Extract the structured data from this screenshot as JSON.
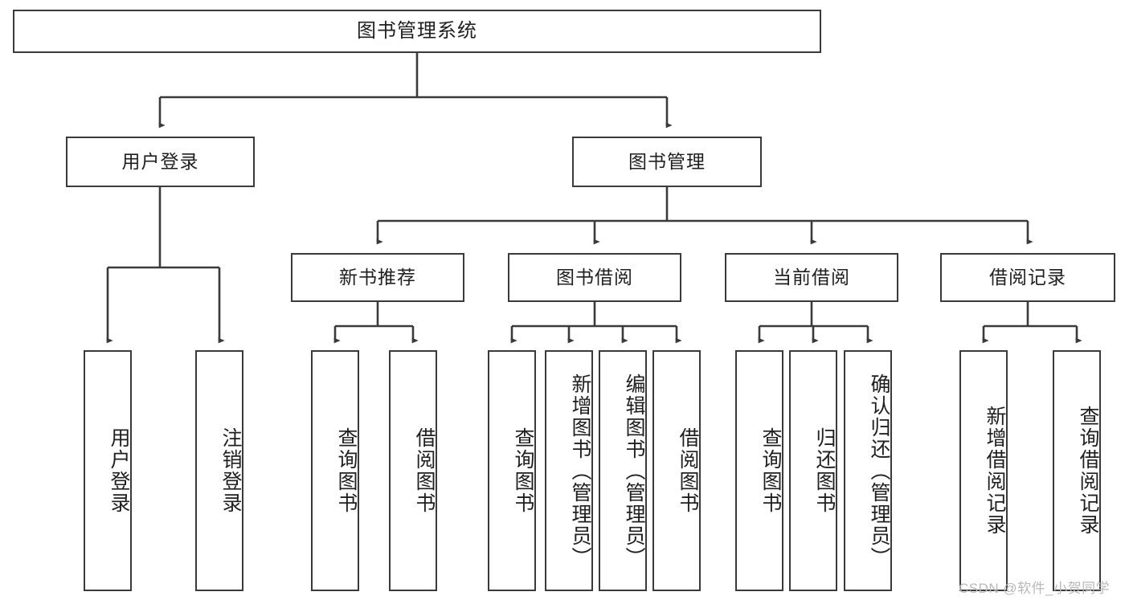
{
  "diagram": {
    "title": "图书管理系统",
    "type": "hierarchy-tree",
    "colors": {
      "stroke": "#3a3a3a",
      "fill": "#ffffff",
      "text": "#1f1f1f",
      "watermark": "#b9b9b9"
    },
    "levels": {
      "root": {
        "label": "图书管理系统"
      },
      "level2": [
        {
          "label": "用户登录"
        },
        {
          "label": "图书管理"
        }
      ],
      "level3": [
        {
          "label": "新书推荐"
        },
        {
          "label": "图书借阅"
        },
        {
          "label": "当前借阅"
        },
        {
          "label": "借阅记录"
        }
      ],
      "leaves": [
        {
          "label": "用户登录",
          "parent": "用户登录"
        },
        {
          "label": "注销登录",
          "parent": "用户登录"
        },
        {
          "label": "查询图书",
          "parent": "新书推荐"
        },
        {
          "label": "借阅图书",
          "parent": "新书推荐"
        },
        {
          "label": "查询图书",
          "parent": "图书借阅"
        },
        {
          "label": "新增图书（管理员）",
          "parent": "图书借阅"
        },
        {
          "label": "编辑图书（管理员）",
          "parent": "图书借阅"
        },
        {
          "label": "借阅图书",
          "parent": "图书借阅"
        },
        {
          "label": "查询图书",
          "parent": "当前借阅"
        },
        {
          "label": "归还图书",
          "parent": "当前借阅"
        },
        {
          "label": "确认归还（管理员）",
          "parent": "当前借阅"
        },
        {
          "label": "新增借阅记录",
          "parent": "借阅记录"
        },
        {
          "label": "查询借阅记录",
          "parent": "借阅记录"
        }
      ]
    },
    "watermark": "CSDN @软件_小贺同学"
  }
}
